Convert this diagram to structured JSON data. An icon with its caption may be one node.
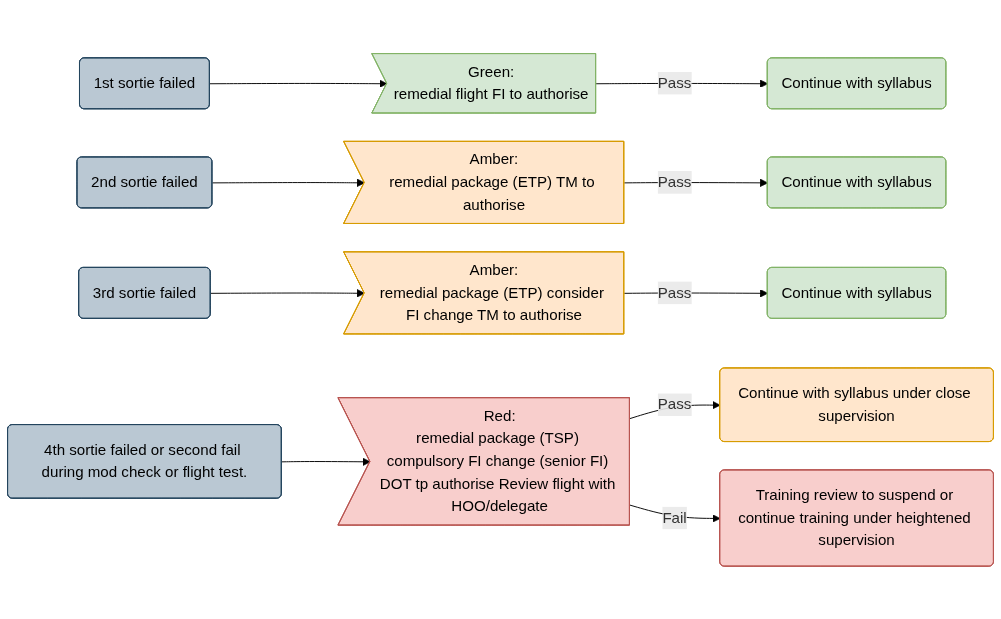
{
  "diagram": {
    "nodes": [
      {
        "text": [
          "1st sortie failed"
        ]
      },
      {
        "text": [
          "Green:",
          "remedial flight FI to authorise"
        ]
      },
      {
        "text": [
          "Continue with syllabus"
        ]
      },
      {
        "text": [
          "2nd sortie failed"
        ]
      },
      {
        "text": [
          "Amber:",
          "remedial package (ETP) TM to authorise"
        ]
      },
      {
        "text": [
          "Continue with syllabus"
        ]
      },
      {
        "text": [
          "3rd sortie failed"
        ]
      },
      {
        "text": [
          "Amber:",
          "remedial package (ETP) consider FI change TM to authorise"
        ]
      },
      {
        "text": [
          "Continue with syllabus"
        ]
      },
      {
        "text": [
          "4th sortie failed or second fail during mod check or flight test."
        ]
      },
      {
        "text": [
          "Red:",
          "remedial package (TSP) compulsory FI change (senior FI) DOT tp authorise Review flight with HOO/delegate"
        ]
      },
      {
        "text": [
          "Continue with syllabus under close supervision"
        ]
      },
      {
        "text": [
          "Training review to suspend or continue training under heightened supervision"
        ]
      }
    ],
    "edges": [
      {
        "from": 0,
        "to": 1,
        "arrow": "to"
      },
      {
        "from": 1,
        "to": 2,
        "arrow": "to",
        "label": "Pass"
      },
      {
        "from": 3,
        "to": 4,
        "arrow": "to"
      },
      {
        "from": 4,
        "to": 5,
        "arrow": "to",
        "label": "Pass"
      },
      {
        "from": 6,
        "to": 7,
        "arrow": "to"
      },
      {
        "from": 7,
        "to": 8,
        "arrow": "to",
        "label": "Pass"
      },
      {
        "from": 9,
        "to": 10,
        "arrow": "to"
      },
      {
        "from": 10,
        "to": 11,
        "arrow": "to",
        "label": "Pass"
      },
      {
        "from": 10,
        "to": 12,
        "arrow": "to",
        "label": "Fail"
      }
    ]
  }
}
